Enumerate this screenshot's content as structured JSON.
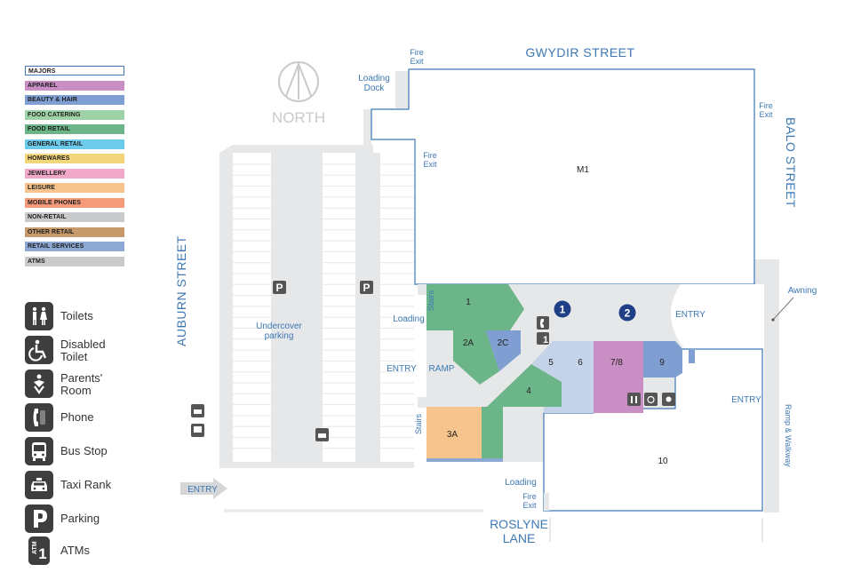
{
  "legend": {
    "categories": [
      {
        "label": "MAJORS",
        "color": "#ffffff"
      },
      {
        "label": "APPAREL",
        "color": "#c98fc5"
      },
      {
        "label": "BEAUTY & HAIR",
        "color": "#7f9ed2"
      },
      {
        "label": "FOOD CATERING",
        "color": "#9fd3a7"
      },
      {
        "label": "FOOD RETAIL",
        "color": "#6cb589"
      },
      {
        "label": "GENERAL RETAIL",
        "color": "#6ccbea"
      },
      {
        "label": "HOMEWARES",
        "color": "#f3d67c"
      },
      {
        "label": "JEWELLERY",
        "color": "#f2a9c9"
      },
      {
        "label": "LEISURE",
        "color": "#f8c48e"
      },
      {
        "label": "MOBILE PHONES",
        "color": "#f59a7a"
      },
      {
        "label": "NON-RETAIL",
        "color": "#c9cacb"
      },
      {
        "label": "OTHER RETAIL",
        "color": "#c69a6b"
      },
      {
        "label": "RETAIL SERVICES",
        "color": "#8da9d3"
      },
      {
        "label": "ATMS",
        "color": "#c9cacb"
      }
    ],
    "facilities": [
      {
        "label": "Toilets",
        "icon": "toilets-icon"
      },
      {
        "label": "Disabled Toilet",
        "icon": "disabled-toilet-icon"
      },
      {
        "label": "Parents' Room",
        "icon": "parents-room-icon"
      },
      {
        "label": "Phone",
        "icon": "phone-icon"
      },
      {
        "label": "Bus Stop",
        "icon": "bus-icon"
      },
      {
        "label": "Taxi Rank",
        "icon": "taxi-icon"
      },
      {
        "label": "Parking",
        "icon": "parking-icon"
      },
      {
        "label": "ATMs",
        "icon": "atm-icon"
      }
    ]
  },
  "compass": {
    "label": "NORTH"
  },
  "streets": {
    "gwydir": "GWYDIR STREET",
    "balo": "BALO STREET",
    "auburn": "AUBURN STREET",
    "roslyne_1": "ROSLYNE",
    "roslyne_2": "LANE"
  },
  "labels": {
    "loading_dock_1": "Loading",
    "loading_dock_2": "Dock",
    "fire_exit_1": "Fire",
    "fire_exit_2": "Exit",
    "undercover_1": "Undercover",
    "undercover_2": "parking",
    "loading": "Loading",
    "entry": "ENTRY",
    "ramp": "RAMP",
    "stairs": "Stairs",
    "awning": "Awning",
    "ramp_walkway": "Ramp & Walkway",
    "parking_letter": "P",
    "atm_small": "ATM",
    "atm_num": "1"
  },
  "shops": {
    "m1": "M1",
    "s1": "1",
    "s2a": "2A",
    "s2c": "2C",
    "s3a": "3A",
    "s4": "4",
    "s5": "5",
    "s6": "6",
    "s78": "7/8",
    "s9": "9",
    "s10": "10"
  },
  "markers": {
    "one": "1",
    "two": "2"
  },
  "colors": {
    "street_blue": "#3d78b4",
    "outline_blue": "#3d78b4",
    "food_retail": "#6cb589",
    "beauty": "#7f9ed2",
    "apparel": "#c98fc5",
    "leisure": "#f8c48e",
    "retail_services": "#c5d3e8",
    "mall": "#e6e7e9",
    "marker": "#1f3f86",
    "icon_dark": "#3e3e3e"
  }
}
